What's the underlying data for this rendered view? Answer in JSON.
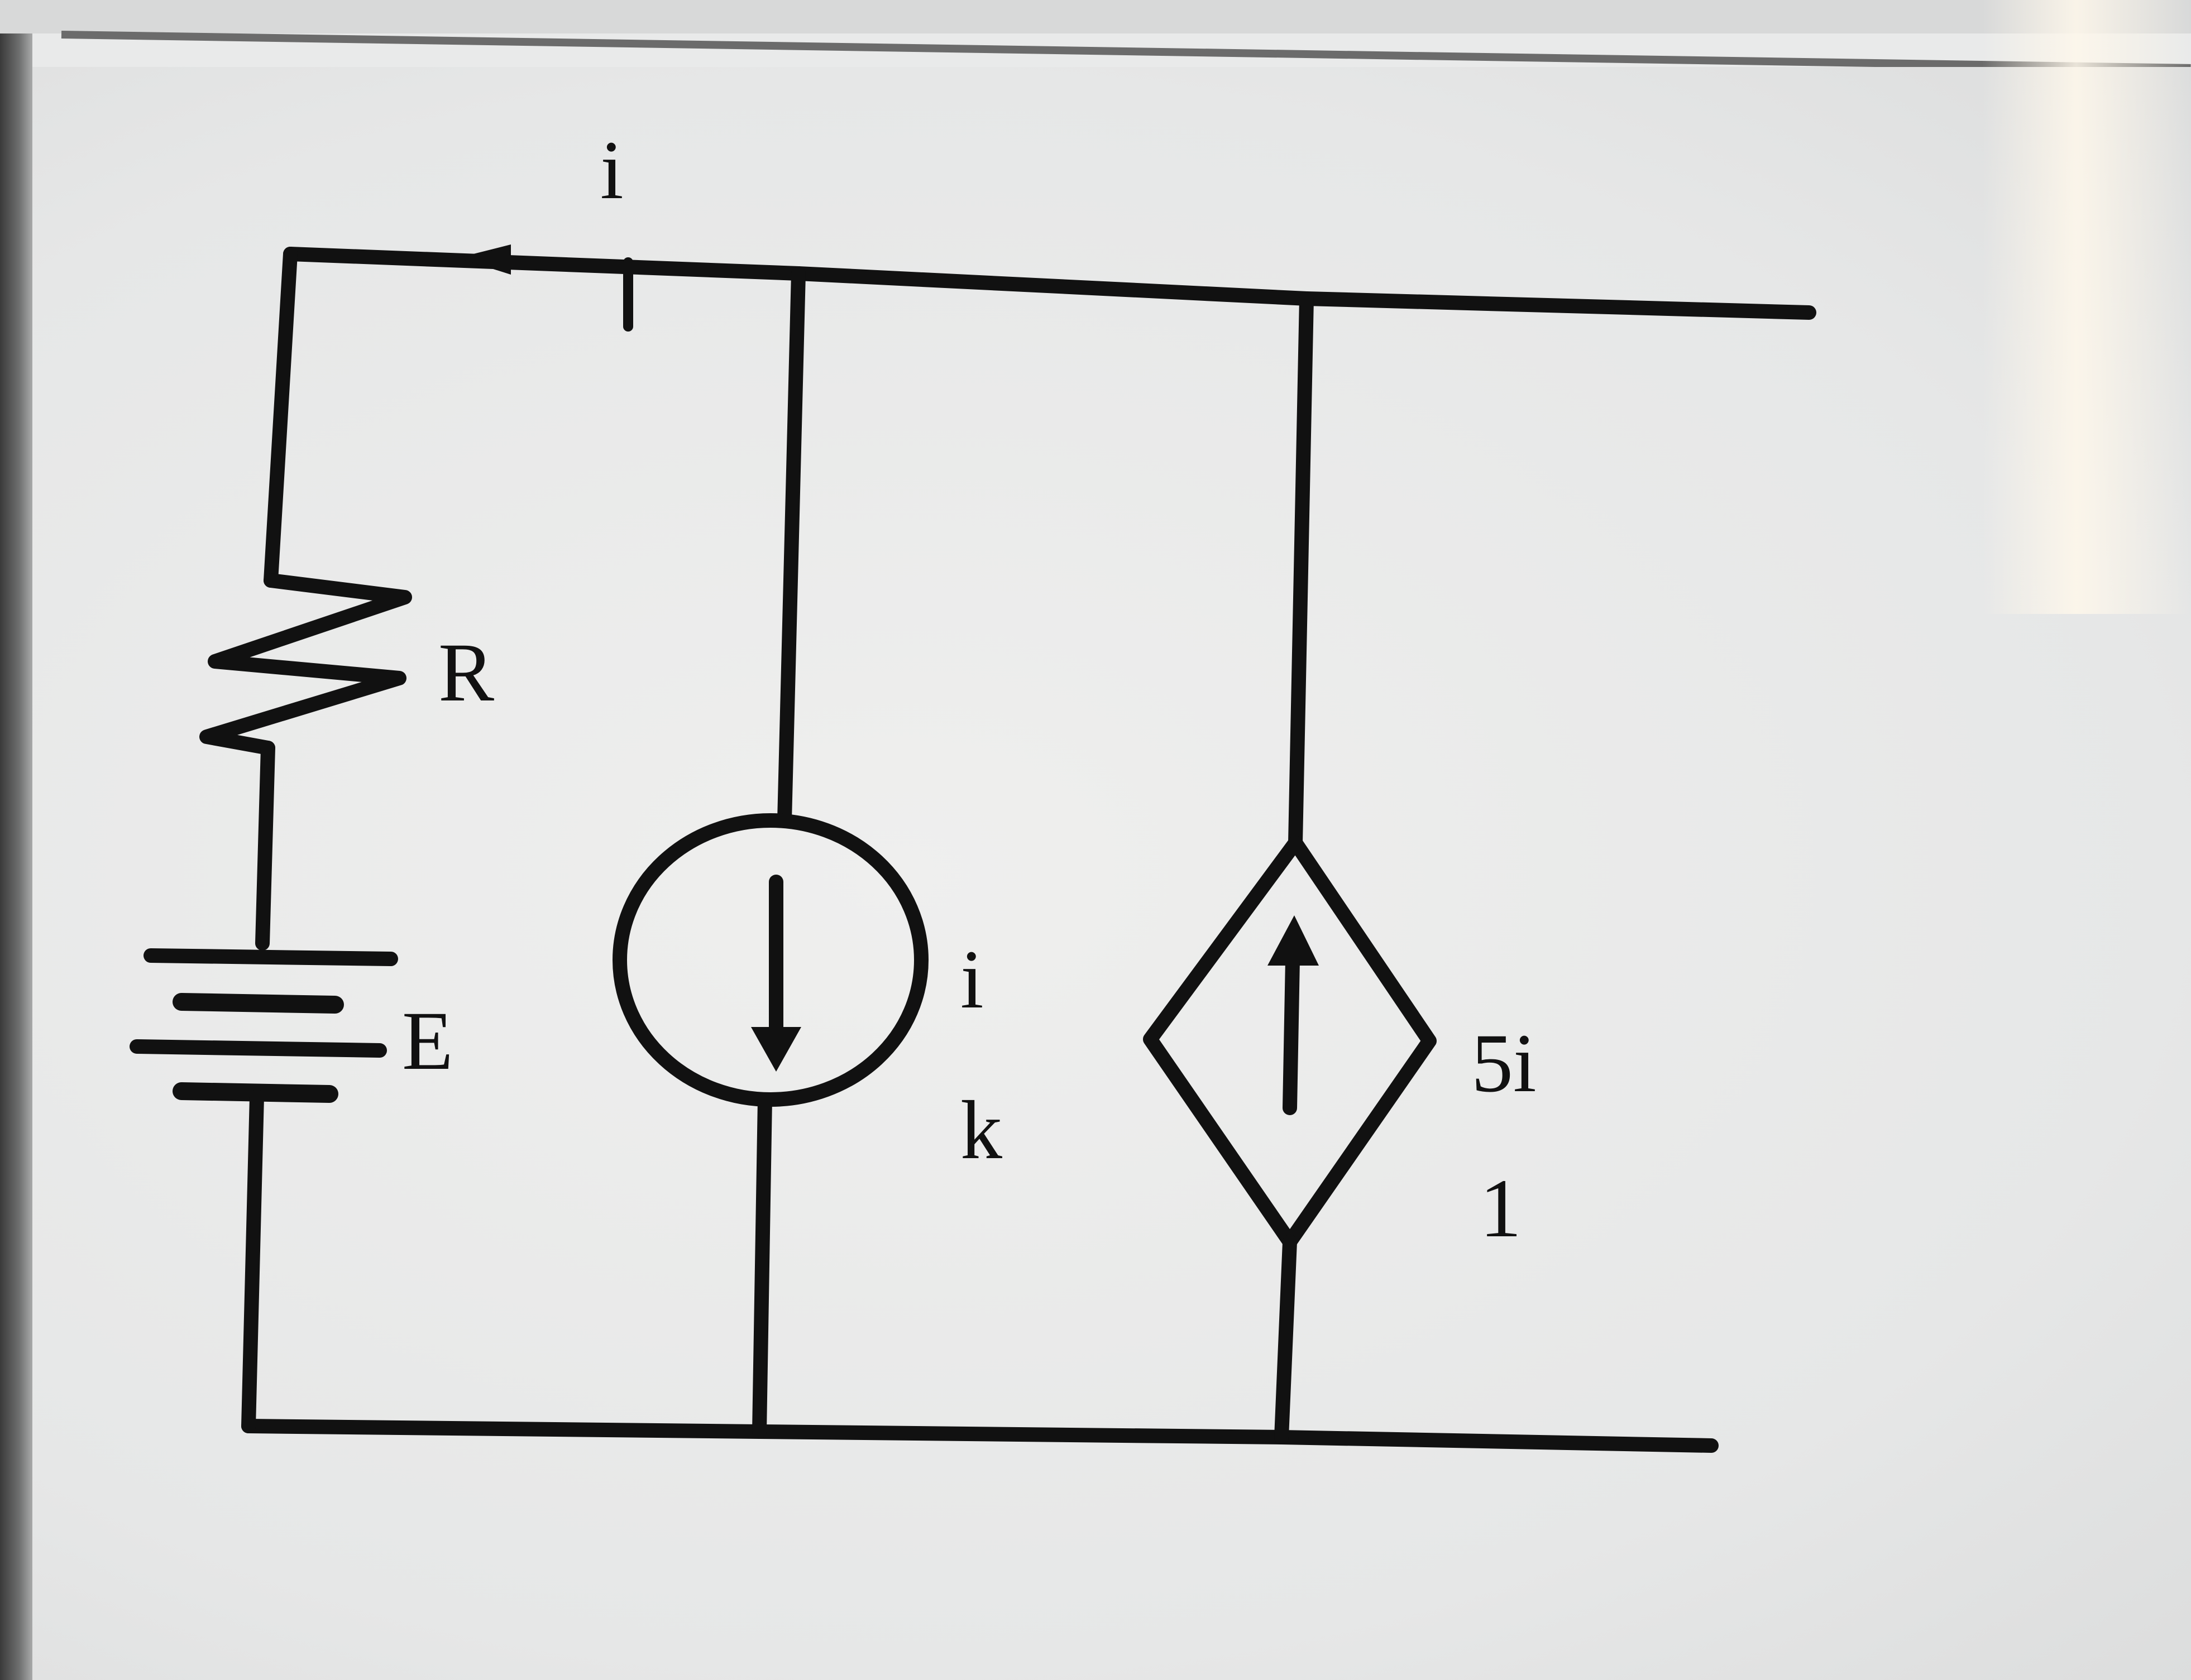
{
  "labels": {
    "current_top": "i",
    "current_top_sub": "I",
    "resistor": "R",
    "battery": "E",
    "source_k_main": "i",
    "source_k_sub": "k",
    "dependent_main": "5i",
    "dependent_sub": "1"
  },
  "colors": {
    "ink": "#111111",
    "paper": "#e9eaea"
  },
  "icons": {
    "resistor": "zigzag-resistor-icon",
    "battery": "battery-cell-icon",
    "current_source": "circle-current-source-icon",
    "dependent_source": "diamond-dependent-source-icon"
  }
}
